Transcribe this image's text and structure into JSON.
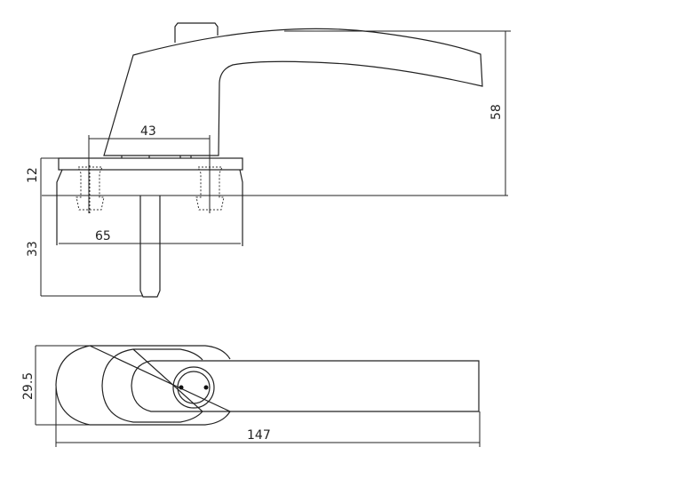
{
  "dimensions": {
    "side_view": {
      "mount_spacing": "43",
      "plate_width": "65",
      "plate_height": "12",
      "spindle_length": "33",
      "total_height": "58"
    },
    "top_view": {
      "width": "29.5",
      "length": "147"
    }
  },
  "colors": {
    "line": "#222222",
    "background": "#ffffff"
  }
}
